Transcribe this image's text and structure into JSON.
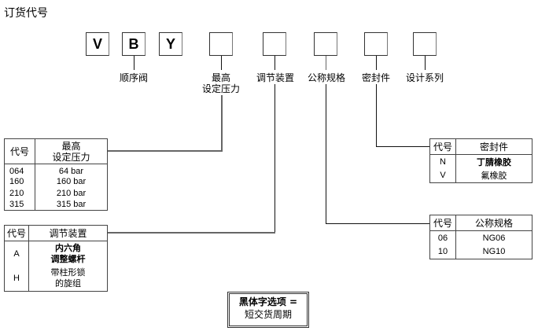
{
  "title": "订货代号",
  "code_boxes": [
    {
      "value": "V"
    },
    {
      "value": "B"
    },
    {
      "value": "Y"
    },
    {
      "value": ""
    },
    {
      "value": ""
    },
    {
      "value": ""
    },
    {
      "value": ""
    },
    {
      "value": ""
    }
  ],
  "labels": {
    "valve_type": "顺序阀",
    "max_pressure_line1": "最高",
    "max_pressure_line2": "设定压力",
    "adjustment": "调节装置",
    "nominal_size": "公称规格",
    "seal": "密封件",
    "design_series": "设计系列"
  },
  "tables": {
    "pressure": {
      "header_code": "代号",
      "header_desc_line1": "最高",
      "header_desc_line2": "设定压力",
      "rows": [
        {
          "code": "064",
          "desc": "64 bar",
          "bold": true
        },
        {
          "code": "160",
          "desc": "160 bar",
          "bold": true
        },
        {
          "code": "210",
          "desc": "210 bar",
          "bold": true
        },
        {
          "code": "315",
          "desc": "315 bar",
          "bold": false
        }
      ]
    },
    "adjustment": {
      "header_code": "代号",
      "header_desc": "调节装置",
      "rows": [
        {
          "code": "A",
          "desc_line1": "内六角",
          "desc_line2": "调整螺杆",
          "bold": true
        },
        {
          "code": "H",
          "desc_line1": "带柱形锁",
          "desc_line2": "的旋组",
          "bold": false
        }
      ]
    },
    "seal": {
      "header_code": "代号",
      "header_desc": "密封件",
      "rows": [
        {
          "code": "N",
          "desc": "丁腈橡胶",
          "bold": true
        },
        {
          "code": "V",
          "desc": "氟橡胶",
          "bold": false
        }
      ]
    },
    "size": {
      "header_code": "代号",
      "header_desc": "公称规格",
      "rows": [
        {
          "code": "06",
          "desc": "NG06",
          "bold": true
        },
        {
          "code": "10",
          "desc": "NG10",
          "bold": true
        }
      ]
    }
  },
  "note": {
    "line1": "黑体字选项 =",
    "line2": "短交货周期"
  }
}
